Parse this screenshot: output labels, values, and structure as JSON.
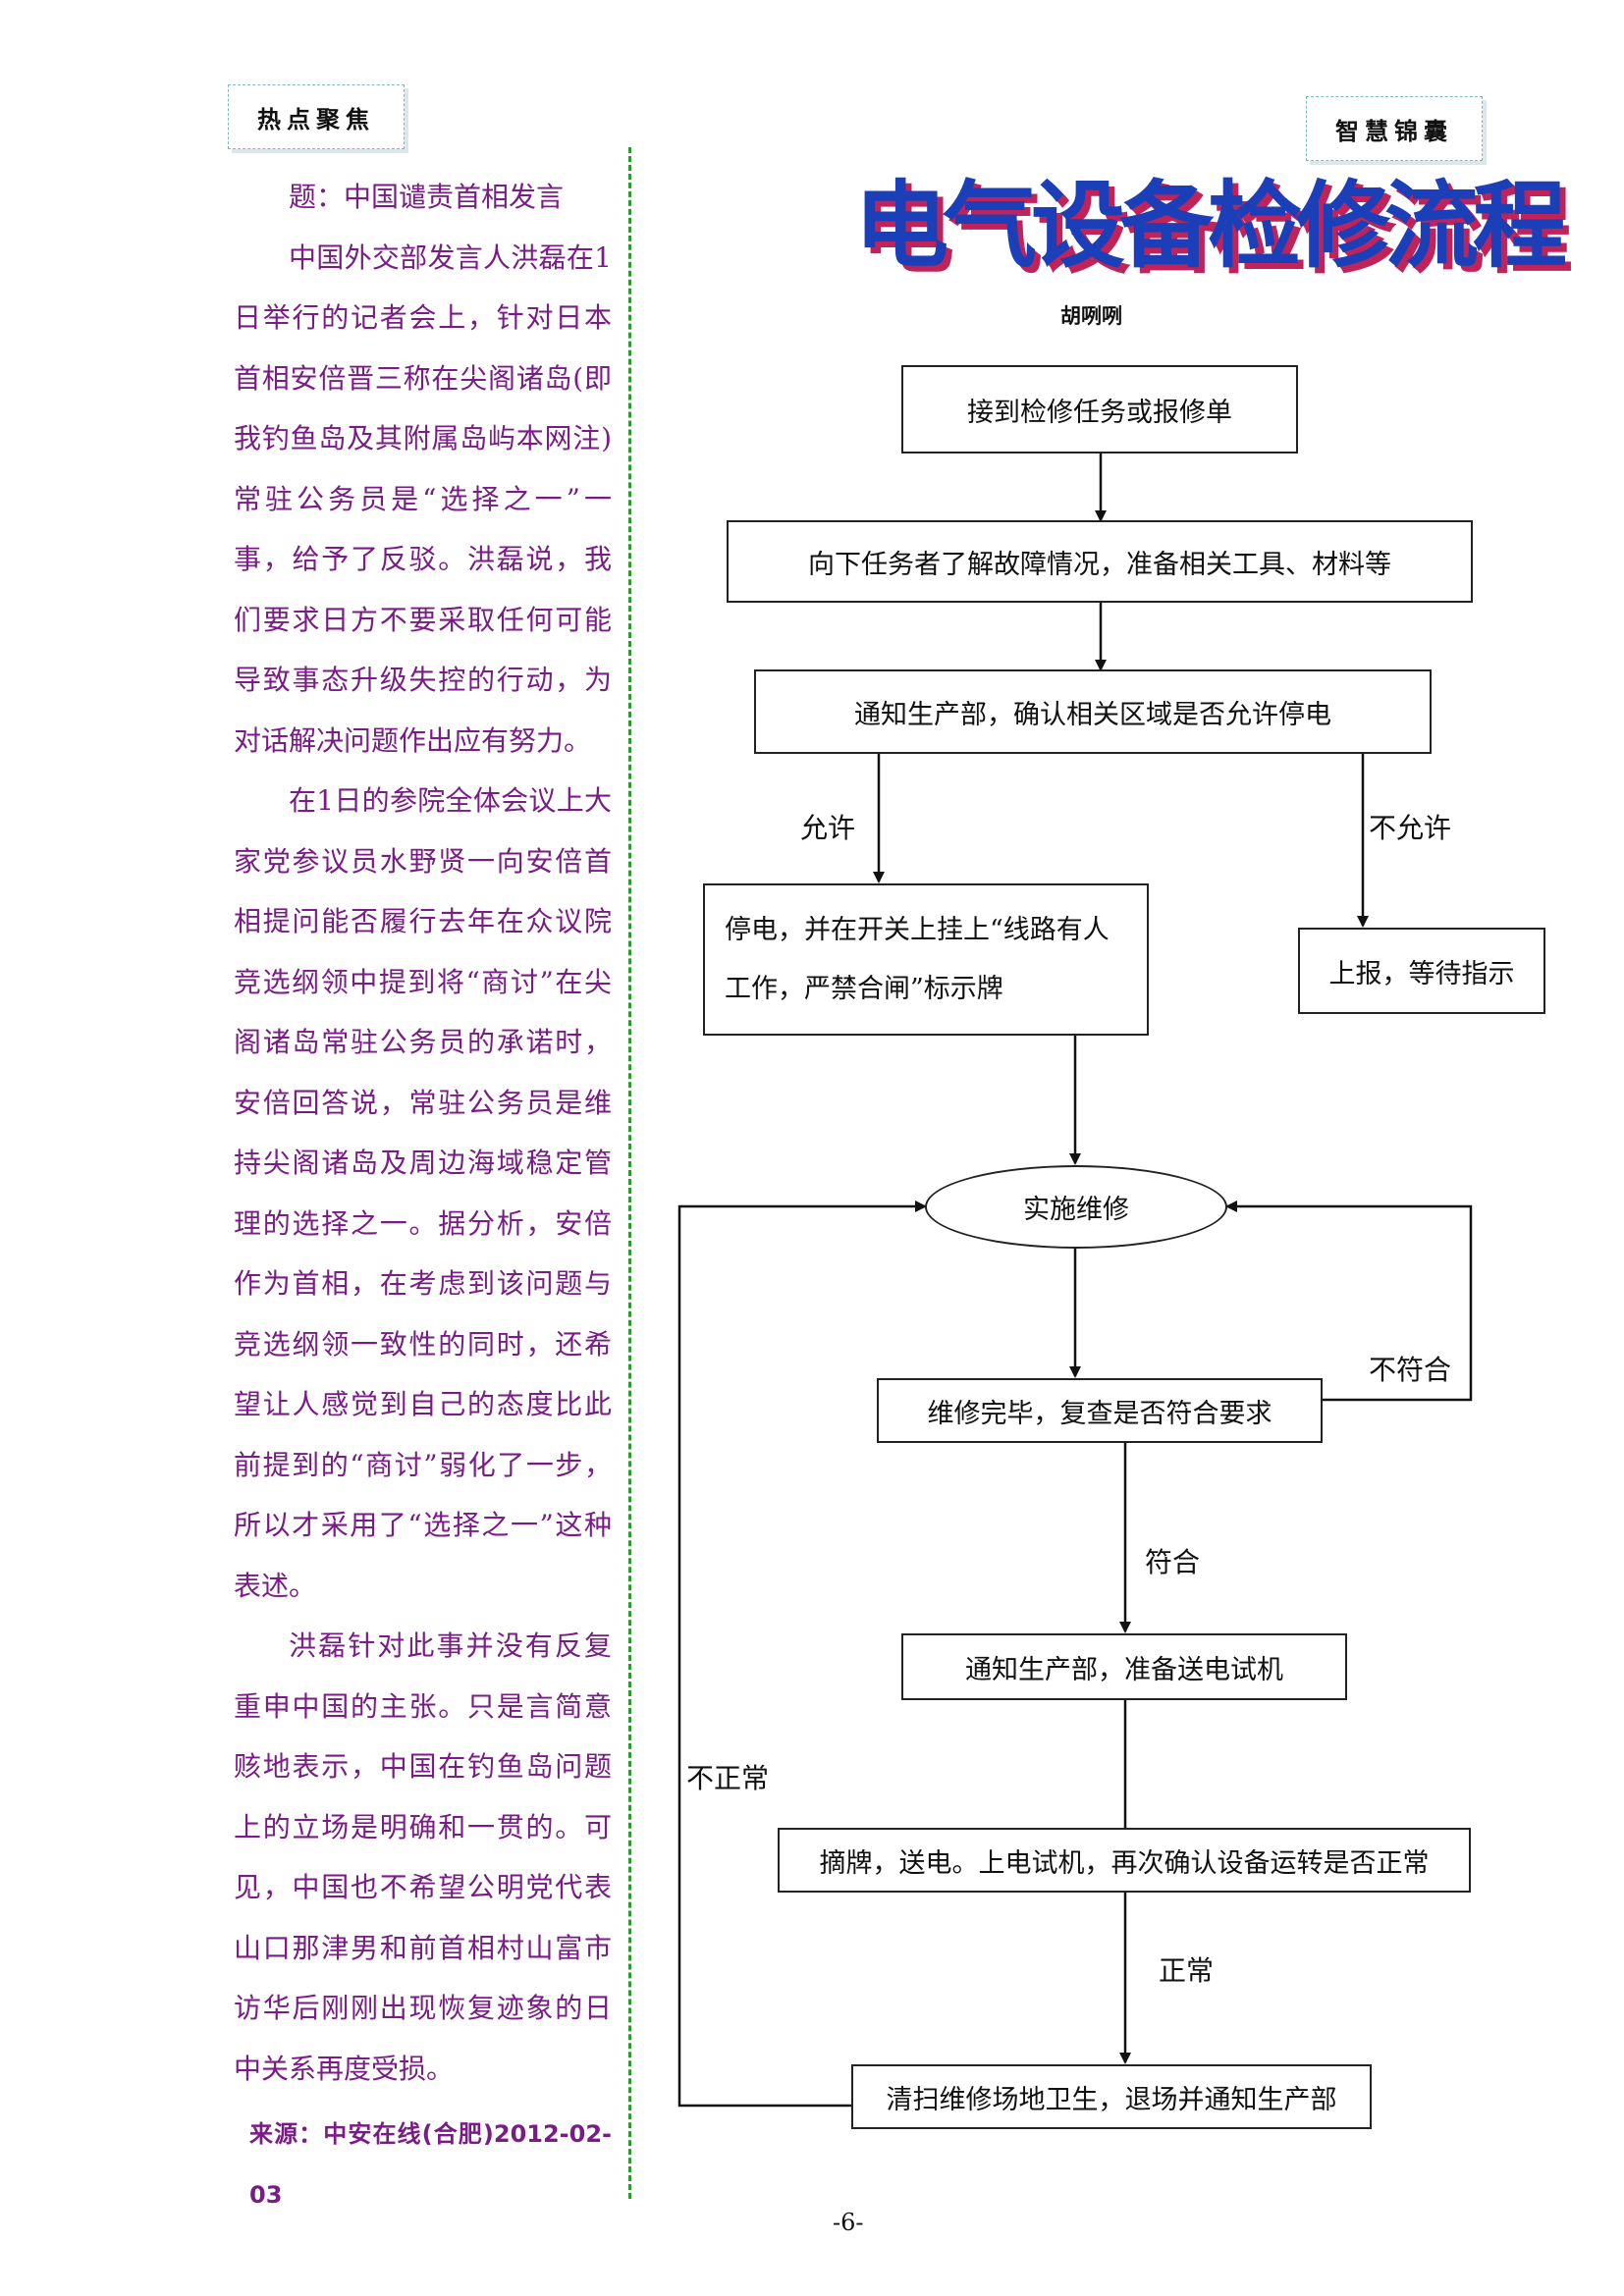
{
  "header": {
    "left_tag": "热点聚焦",
    "right_tag": "智慧锦囊"
  },
  "article": {
    "paragraphs": [
      "题：中国谴责首相发言",
      "中国外交部发言人洪磊在1日举行的记者会上，针对日本首相安倍晋三称在尖阁诸岛(即我钓鱼岛及其附属岛屿本网注)常驻公务员是“选择之一”一事，给予了反驳。洪磊说，我们要求日方不要采取任何可能导致事态升级失控的行动，为对话解决问题作出应有努力。",
      "在1日的参院全体会议上大家党参议员水野贤一向安倍首相提问能否履行去年在众议院竞选纲领中提到将“商讨”在尖阁诸岛常驻公务员的承诺时，安倍回答说，常驻公务员是维持尖阁诸岛及周边海域稳定管理的选择之一。据分析，安倍作为首相，在考虑到该问题与竞选纲领一致性的同时，还希望让人感觉到自己的态度比此前提到的“商讨”弱化了一步，所以才采用了“选择之一”这种表述。",
      "洪磊针对此事并没有反复重申中国的主张。只是言简意赅地表示，中国在钓鱼岛问题上的立场是明确和一贯的。可见，中国也不希望公明党代表山口那津男和前首相村山富市访华后刚刚出现恢复迹象的日中关系再度受损。"
    ],
    "source": "来源：中安在线(合肥)2012-02-03"
  },
  "flowchart": {
    "title": "电气设备检修流程",
    "author": "胡咧咧",
    "steps": {
      "receive": "接到检修任务或报修单",
      "understand": "向下任务者了解故障情况，准备相关工具、材料等",
      "notify": "通知生产部，确认相关区域是否允许停电",
      "poweroff": "停电，并在开关上挂上“线路有人工作，严禁合闸”标示牌",
      "report": "上报，等待指示",
      "repair": "实施维修",
      "check": "维修完毕，复查是否符合要求",
      "notify_power": "通知生产部，准备送电试机",
      "test": "摘牌，送电。上电试机，再次确认设备运转是否正常",
      "cleanup": "清扫维修场地卫生，退场并通知生产部"
    },
    "labels": {
      "allow": "允许",
      "not_allow": "不允许",
      "not_conform": "不符合",
      "conform": "符合",
      "abnormal": "不正常",
      "normal": "正常"
    }
  },
  "footer": {
    "page_number": "-6-"
  }
}
